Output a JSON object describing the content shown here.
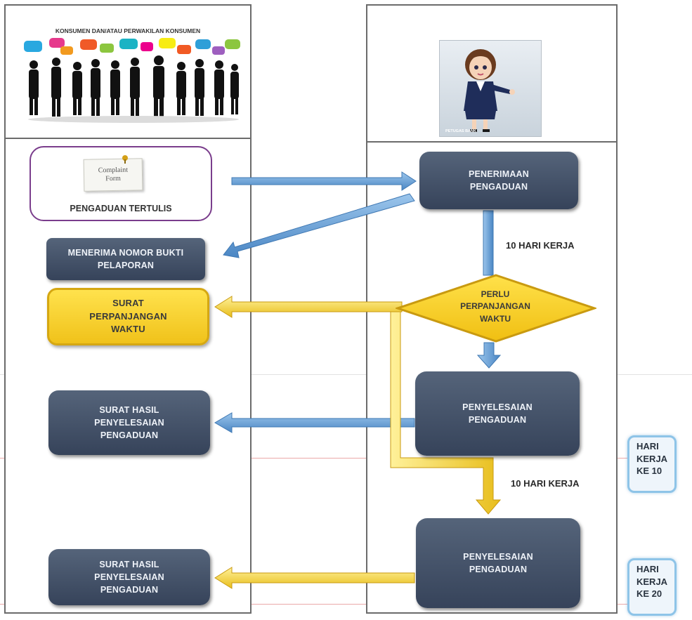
{
  "lanes": {
    "left_title": "KONSUMEN DAN/ATAU PERWAKILAN KONSUMEN",
    "right_caption": "PETUGAS BANK"
  },
  "nodes": {
    "complaint_form_line1": "Complaint",
    "complaint_form_line2": "Form",
    "pengaduan_tertulis": "PENGADUAN TERTULIS",
    "penerimaan": "PENERIMAAN PENGADUAN",
    "menerima_nomor": "MENERIMA NOMOR BUKTI PELAPORAN",
    "perlu_perpanjangan": "PERLU PERPANJANGAN WAKTU",
    "surat_perpanjangan": "SURAT PERPANJANGAN WAKTU",
    "penyelesaian_1": "PENYELESAIAN PENGADUAN",
    "surat_hasil_1": "SURAT HASIL PENYELESAIAN PENGADUAN",
    "penyelesaian_2": "PENYELESAIAN PENGADUAN",
    "surat_hasil_2": "SURAT HASIL PENYELESAIAN PENGADUAN"
  },
  "edges": {
    "label_1": "10 HARI KERJA",
    "label_2": "10 HARI KERJA"
  },
  "badges": {
    "day_10": "HARI KERJA KE 10",
    "day_20": "HARI KERJA KE 20"
  },
  "colors": {
    "dark_box": "#3f4d63",
    "yellow": "#f5c518",
    "blue_arrow": "#5b9bd5",
    "lane_border": "#6b6b6b",
    "form_border": "#7a3d8c",
    "guide_red": "#e8a0a0"
  }
}
